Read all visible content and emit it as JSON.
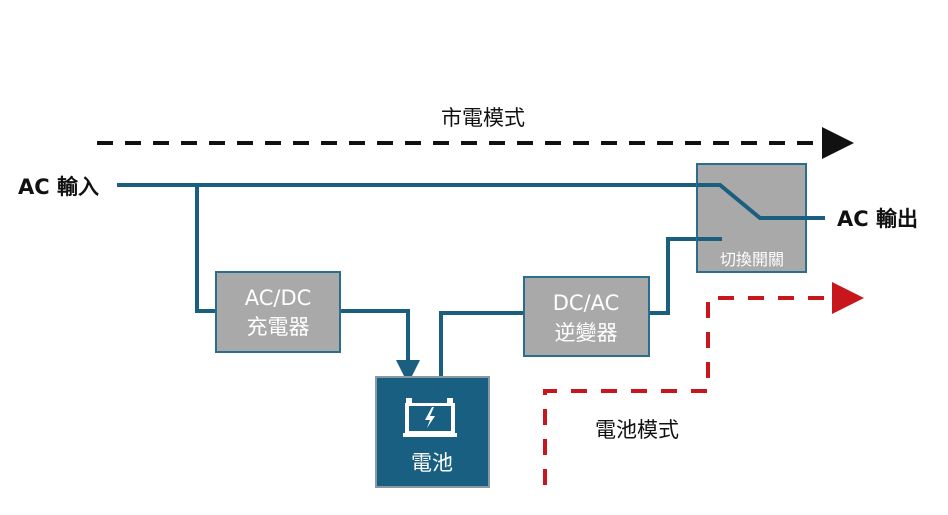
{
  "modes": {
    "mains_mode": "市電模式",
    "battery_mode": "電池模式"
  },
  "io": {
    "ac_input": "AC 輸入",
    "ac_output": "AC 輸出"
  },
  "blocks": {
    "charger": {
      "line1": "AC/DC",
      "line2": "充電器"
    },
    "inverter": {
      "line1": "DC/AC",
      "line2": "逆變器"
    },
    "switch": {
      "label": "切換開關"
    },
    "battery": {
      "label": "電池",
      "icon": "battery-charge-icon"
    }
  },
  "colors": {
    "line": "#1a5e80",
    "block_fill": "#a9a9a9",
    "battery_fill": "#195f82",
    "mains_path": "#111111",
    "battery_path": "#c8161d"
  }
}
